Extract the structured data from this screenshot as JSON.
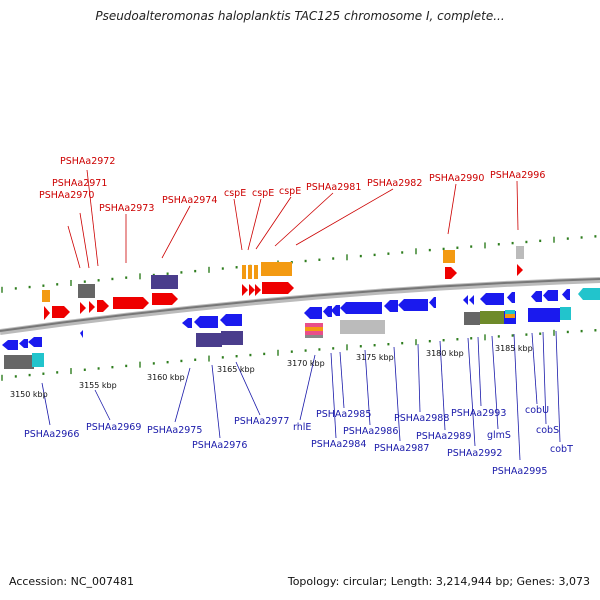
{
  "title": "Pseudoalteromonas haloplanktis TAC125 chromosome I, complete...",
  "footer": {
    "accession": "Accession: NC_007481",
    "topology": "Topology: circular; Length: 3,214,944 bp; Genes: 3,073"
  },
  "colors": {
    "top_label": "#cc0000",
    "bottom_label": "#1a1aaa",
    "backbone": "#888888",
    "tick": "#2e7d1e"
  },
  "scale": [
    "3150 kbp",
    "3155 kbp",
    "3160 kbp",
    "3165 kbp",
    "3170 kbp",
    "3175 kbp",
    "3180 kbp",
    "3185 kbp"
  ],
  "top_genes": [
    "PSHAa2970",
    "PSHAa2971",
    "PSHAa2972",
    "PSHAa2973",
    "PSHAa2974",
    "cspE",
    "cspE",
    "cspE",
    "PSHAa2981",
    "PSHAa2982",
    "PSHAa2990",
    "PSHAa2996"
  ],
  "bottom_genes": [
    "PSHAa2966",
    "PSHAa2969",
    "PSHAa2975",
    "PSHAa2976",
    "PSHAa2977",
    "rhlE",
    "PSHAa2984",
    "PSHAa2985",
    "PSHAa2986",
    "PSHAa2987",
    "PSHAa2988",
    "PSHAa2989",
    "PSHAa2992",
    "PSHAa2993",
    "glmS",
    "PSHAa2995",
    "cobU",
    "cobS",
    "cobT"
  ]
}
